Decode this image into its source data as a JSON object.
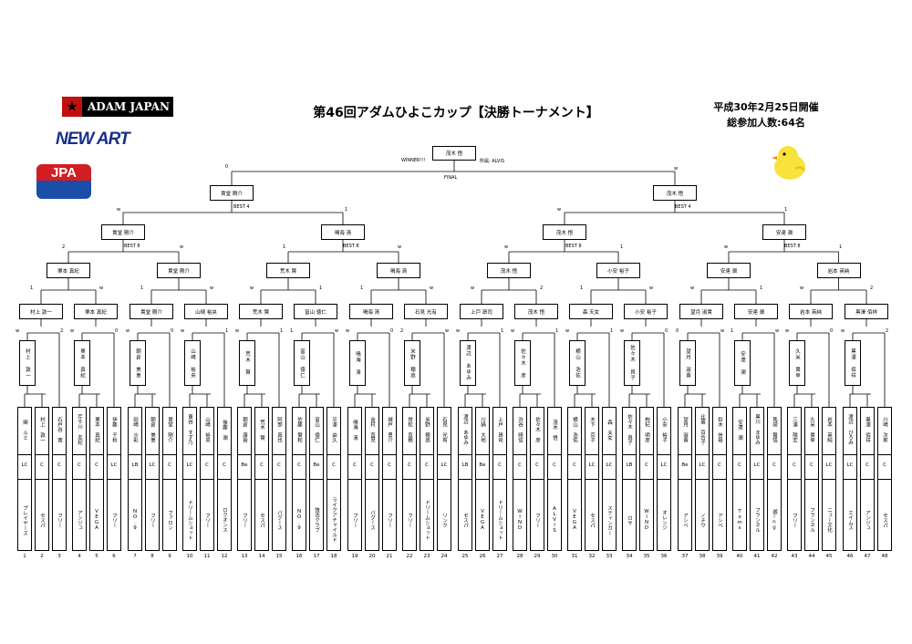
{
  "title": "第46回アダムひよこカップ【決勝トーナメント】",
  "event_date": "平成30年2月25日開催",
  "participants": "総参加人数:64名",
  "logos": {
    "adam": "ADAM JAPAN",
    "newart": "NEW ART",
    "jpa": "JPA"
  },
  "winner": {
    "name": "茂木 悟",
    "caption": "WINNER!!!",
    "affiliation": "所属: ALVIS"
  },
  "round_labels": {
    "final": "FINAL",
    "best4": "BEST 4",
    "best8": "BEST 8"
  },
  "final": {
    "left": "貴堂 剛介",
    "right": "茂木 悟",
    "left_score": "0",
    "right_score": "w"
  },
  "best4": [
    {
      "name": "貴堂 剛介",
      "left": "w",
      "right": "1"
    },
    {
      "name": "茂木 悟",
      "left": "w",
      "right": "1"
    }
  ],
  "best8": [
    {
      "name": "貴堂 剛介",
      "left": "2",
      "right": "w"
    },
    {
      "name": "鳴海 清",
      "left": "1",
      "right": "w"
    },
    {
      "name": "茂木 悟",
      "left": "w",
      "right": "1"
    },
    {
      "name": "安達 潤",
      "left": "w",
      "right": "1"
    }
  ],
  "r3": [
    "栗本 真紀",
    "貴堂 剛介",
    "荒木 賢",
    "鳴海 清",
    "茂木 悟",
    "小安 裕子",
    "安達 潤",
    "岩本 英純"
  ],
  "r3_scores": [
    "1",
    "w",
    "1",
    "w",
    "w",
    "1",
    "1",
    "w",
    "w",
    "2",
    "1",
    "w",
    "w",
    "1",
    "w",
    "2"
  ],
  "r2": [
    "村上 敦一",
    "栗本 真紀",
    "貴堂 剛介",
    "山崎 裕央",
    "荒木 賢",
    "富山 徳仁",
    "鳴海 清",
    "石見 光有",
    "上戸 昂司",
    "茂木 悟",
    "森 天女",
    "小安 裕子",
    "望月 淑貴",
    "安達 潤",
    "岩本 英純",
    "黒澤 佰祥"
  ],
  "r1": [
    "村上 敦一",
    "栗本 真紀",
    "朝倉 美恵",
    "山崎 裕央",
    "荒木 賢",
    "富山 徳仁",
    "鳴海 清",
    "米野 穂高",
    "渡辺 あゆみ",
    "佐々木 彦",
    "横山 浩佑",
    "佐々木 良子",
    "望月 淑貴",
    "安達 潤",
    "久米 貴幸",
    "黒澤 佰祥"
  ],
  "r1_scores": [
    "w",
    "2",
    "w",
    "0",
    "w",
    "0",
    "w",
    "1",
    "w",
    "1",
    "1",
    "w",
    "w",
    "0",
    "2",
    "w",
    "w",
    "1",
    "w",
    "1",
    "w",
    "1",
    "w",
    "0",
    "0",
    "w",
    "1",
    "w",
    "w",
    "0",
    "w",
    "2"
  ],
  "players": [
    {
      "no": "1",
      "name": "関 ルミ",
      "cls": "LC",
      "shop": "プレイヤーズ"
    },
    {
      "no": "2",
      "name": "村上 敦一",
      "cls": "C",
      "shop": "セスパ"
    },
    {
      "no": "3",
      "name": "石戸谷 寛",
      "cls": "C",
      "shop": "フリー"
    },
    {
      "no": "4",
      "name": "芹干川 友紀",
      "cls": "C",
      "shop": "アンジュ"
    },
    {
      "no": "5",
      "name": "栗本 真紀",
      "cls": "C",
      "shop": "VEGA"
    },
    {
      "no": "6",
      "name": "伊藤 千秋",
      "cls": "LC",
      "shop": "フリー"
    },
    {
      "no": "7",
      "name": "田崎 沙彩",
      "cls": "LB",
      "shop": "NO.9"
    },
    {
      "no": "8",
      "name": "朝倉 美恵",
      "cls": "LC",
      "shop": "フリー"
    },
    {
      "no": "9",
      "name": "貴堂 剛介",
      "cls": "C",
      "shop": "ファロン"
    },
    {
      "no": "10",
      "name": "東谷 すず乃",
      "cls": "LC",
      "shop": "ドリームショット"
    },
    {
      "no": "11",
      "name": "山崎 裕央",
      "cls": "C",
      "shop": "フリー"
    },
    {
      "no": "12",
      "name": "後藤 潤",
      "cls": "C",
      "shop": "ロクオンス"
    },
    {
      "no": "13",
      "name": "朝倉 康裕",
      "cls": "Be",
      "shop": "フリー"
    },
    {
      "no": "14",
      "name": "荒木 賢",
      "cls": "C",
      "shop": "セスパ"
    },
    {
      "no": "15",
      "name": "阿部 真也",
      "cls": "C",
      "shop": "バグース"
    },
    {
      "no": "16",
      "name": "佐藤 賢和",
      "cls": "C",
      "shop": "NO.9"
    },
    {
      "no": "17",
      "name": "富山 徳仁",
      "cls": "Be",
      "shop": "快活クラブ"
    },
    {
      "no": "18",
      "name": "平澤 由久",
      "cls": "C",
      "shop": "ライクアチャイルド"
    },
    {
      "no": "19",
      "name": "鳴海 清",
      "cls": "C",
      "shop": "フリー"
    },
    {
      "no": "20",
      "name": "金村 直児",
      "cls": "C",
      "shop": "バグース"
    },
    {
      "no": "21",
      "name": "城戸 勇介",
      "cls": "C",
      "shop": "フリー"
    },
    {
      "no": "22",
      "name": "常松 直樹",
      "cls": "C",
      "shop": "フリー"
    },
    {
      "no": "23",
      "name": "米野 穂高",
      "cls": "C",
      "shop": "ドリームショット"
    },
    {
      "no": "24",
      "name": "石見 光有",
      "cls": "LC",
      "shop": "リンク"
    },
    {
      "no": "25",
      "name": "渡辺 あゆみ",
      "cls": "LB",
      "shop": "セスパ"
    },
    {
      "no": "26",
      "name": "川鍋 大地",
      "cls": "Be",
      "shop": "VEGA"
    },
    {
      "no": "27",
      "name": "上戸 昂司",
      "cls": "C",
      "shop": "ドリームショット"
    },
    {
      "no": "28",
      "name": "渋谷 晴信",
      "cls": "C",
      "shop": "WIND"
    },
    {
      "no": "29",
      "name": "佐々木 彦",
      "cls": "C",
      "shop": "フリー"
    },
    {
      "no": "30",
      "name": "茂木 悟",
      "cls": "C",
      "shop": "ALVIS"
    },
    {
      "no": "31",
      "name": "横山 浩佑",
      "cls": "C",
      "shop": "VEGA"
    },
    {
      "no": "32",
      "name": "木下 京子",
      "cls": "LC",
      "shop": "セスパ"
    },
    {
      "no": "33",
      "name": "森 天女",
      "cls": "LC",
      "shop": "スティンガー"
    },
    {
      "no": "34",
      "name": "佐々木 良子",
      "cls": "LB",
      "shop": "ロサ"
    },
    {
      "no": "35",
      "name": "枸杞 明彦",
      "cls": "C",
      "shop": "WIND"
    },
    {
      "no": "36",
      "name": "小安 裕子",
      "cls": "LC",
      "shop": "オレンジ"
    },
    {
      "no": "37",
      "name": "望月 淑貴",
      "cls": "Be",
      "shop": "アシベ"
    },
    {
      "no": "38",
      "name": "比嘉 百合子",
      "cls": "LC",
      "shop": "ノチウ"
    },
    {
      "no": "39",
      "name": "鈴木 信裕",
      "cls": "C",
      "shop": "アシベ"
    },
    {
      "no": "40",
      "name": "安達 潤",
      "cls": "C",
      "shop": "Toms"
    },
    {
      "no": "41",
      "name": "黒川 まゆみ",
      "cls": "LC",
      "shop": "フランネル"
    },
    {
      "no": "42",
      "name": "馬袋 賢悟",
      "cls": "C",
      "shop": "遊ing"
    },
    {
      "no": "43",
      "name": "三浦 陽宏",
      "cls": "C",
      "shop": "フリー"
    },
    {
      "no": "44",
      "name": "久米 貴幸",
      "cls": "C",
      "shop": "フランネル"
    },
    {
      "no": "45",
      "name": "岩本 英純",
      "cls": "LC",
      "shop": "ニュー文化"
    },
    {
      "no": "46",
      "name": "渡辺 ひろみ",
      "cls": "LC",
      "shop": "エイムス"
    },
    {
      "no": "47",
      "name": "黒澤 佰祥",
      "cls": "C",
      "shop": "アンジュ"
    },
    {
      "no": "48",
      "name": "川崎 次郎",
      "cls": "C",
      "shop": "セスパ"
    }
  ]
}
